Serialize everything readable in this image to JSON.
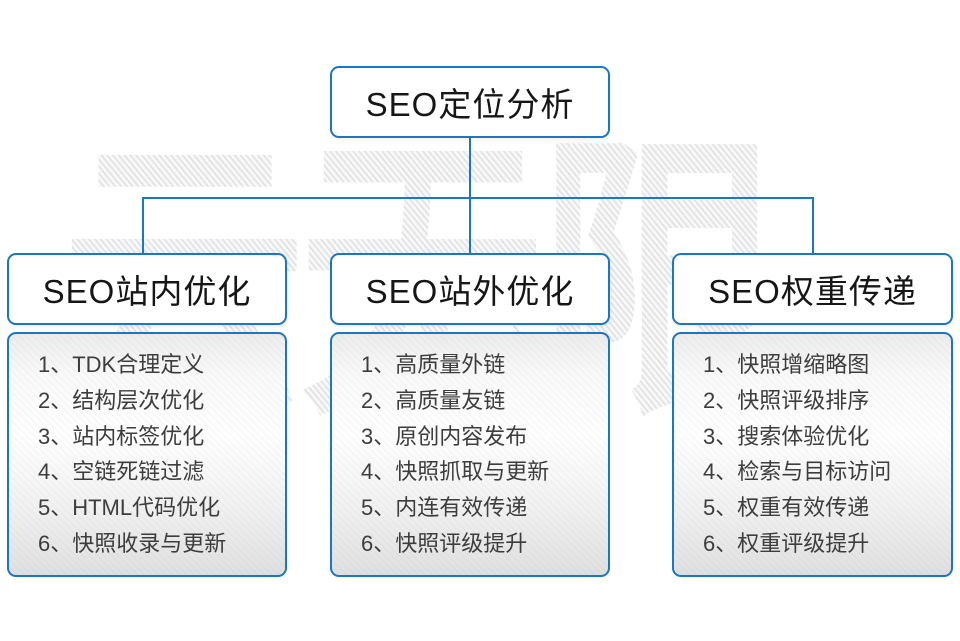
{
  "diagram": {
    "root": {
      "label": "SEO定位分析"
    },
    "branches": [
      {
        "label": "SEO站内优化",
        "items": [
          "1、TDK合理定义",
          "2、结构层次优化",
          "3、站内标签优化",
          "4、空链死链过滤",
          "5、HTML代码优化",
          "6、快照收录与更新"
        ]
      },
      {
        "label": "SEO站外优化",
        "items": [
          "1、高质量外链",
          "2、高质量友链",
          "3、原创内容发布",
          "4、快照抓取与更新",
          "5、内连有效传递",
          "6、快照评级提升"
        ]
      },
      {
        "label": "SEO权重传递",
        "items": [
          "1、快照增缩略图",
          "2、快照评级排序",
          "3、搜索体验优化",
          "4、检索与目标访问",
          "5、权重有效传递",
          "6、权重评级提升"
        ]
      }
    ],
    "watermark_text": "云无限",
    "colors": {
      "accent_blue": "#1b76c4",
      "heading_text": "#161616",
      "item_text": "#3d3d3d",
      "watermark_gray": "#e9e9e9"
    }
  }
}
